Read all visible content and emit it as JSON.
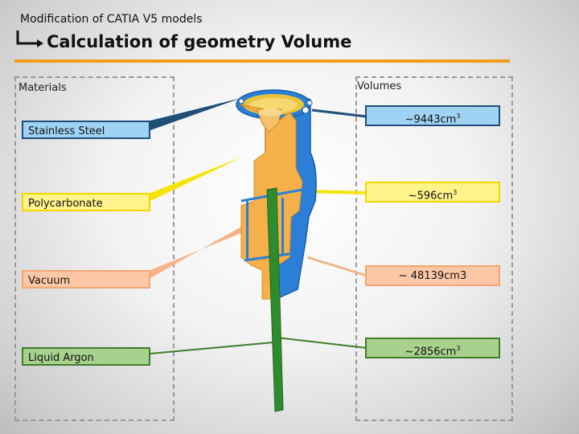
{
  "header": {
    "breadcrumb": "Modification of CATIA V5 models",
    "title": "Calculation of geometry Volume"
  },
  "materials": {
    "label": "Materials",
    "items": [
      {
        "name": "Stainless Steel",
        "color": "#9fd2f3",
        "border": "#1f4e79"
      },
      {
        "name": "Polycarbonate",
        "color": "#fff38a",
        "border": "#f2d600"
      },
      {
        "name": "Vacuum",
        "color": "#fbc7a6",
        "border": "#f4a672"
      },
      {
        "name": "Liquid Argon",
        "color": "#a8d18d",
        "border": "#3e7d2a"
      }
    ]
  },
  "volumes": {
    "label": "Volumes",
    "items": [
      {
        "prefix": "~9443cm",
        "sup": "3",
        "suffix": ""
      },
      {
        "prefix": "~596cm",
        "sup": "3",
        "suffix": ""
      },
      {
        "prefix": "~ 48139cm3",
        "sup": "",
        "suffix": ""
      },
      {
        "prefix": "~2856cm",
        "sup": "3",
        "suffix": ""
      }
    ]
  },
  "colors": {
    "accent_rule": "#f29b1d",
    "steel_blue": "#2b7fd6",
    "vacuum_orange": "#f6b04a",
    "argon_green": "#2e8b2e"
  }
}
